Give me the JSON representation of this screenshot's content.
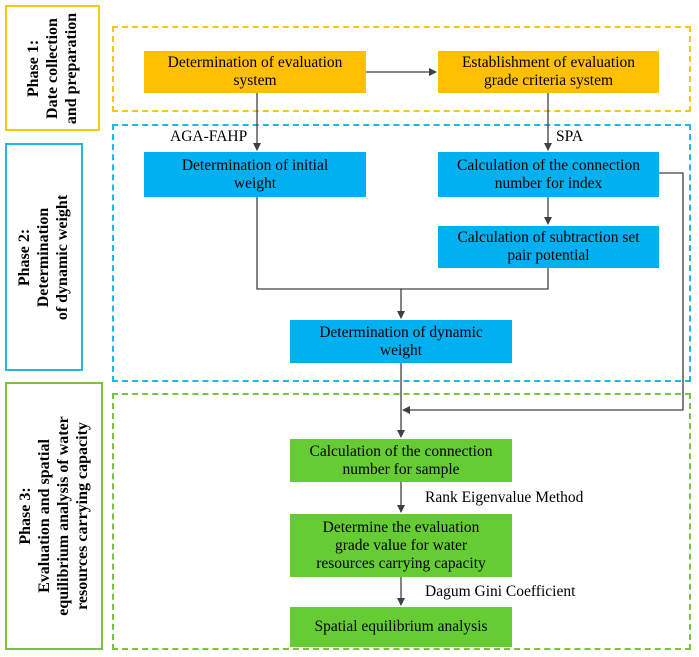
{
  "colors": {
    "phase1_border": "#F5C518",
    "phase2_border": "#1FB6E8",
    "phase3_border": "#7CC242",
    "orange_box": "#FFC000",
    "blue_box": "#00B0F0",
    "green_box": "#66CC33",
    "arrow": "#404040"
  },
  "phases": {
    "p1": {
      "line1": "Phase 1:",
      "line2": "Date collection",
      "line3": "and preparation"
    },
    "p2": {
      "line1": "Phase 2:",
      "line2": "Determination",
      "line3": "of dynamic weight"
    },
    "p3": {
      "line1": "Phase 3:",
      "line2": "Evaluation and spatial",
      "line3": "equilibrium  analysis of water",
      "line4": "resources carrying capacity"
    }
  },
  "boxes": {
    "eval_system": {
      "l1": "Determination of evaluation",
      "l2": "system"
    },
    "grade_criteria": {
      "l1": "Establishment of evaluation",
      "l2": "grade criteria system"
    },
    "initial_weight": {
      "l1": "Determination of initial",
      "l2": "weight"
    },
    "conn_index": {
      "l1": "Calculation of the connection",
      "l2": "number for index"
    },
    "subtraction": {
      "l1": "Calculation of subtraction set",
      "l2": "pair potential"
    },
    "dynamic_weight": {
      "l1": "Determination of dynamic",
      "l2": "weight"
    },
    "conn_sample": {
      "l1": "Calculation of the connection",
      "l2": "number for sample"
    },
    "grade_value": {
      "l1": "Determine the evaluation",
      "l2": "grade value for water",
      "l3": "resources carrying capacity"
    },
    "spatial": {
      "l1": "Spatial equilibrium analysis"
    }
  },
  "labels": {
    "aga_fahp": "AGA-FAHP",
    "spa": "SPA",
    "rank": "Rank Eigenvalue Method",
    "dagum": "Dagum Gini Coefficient"
  }
}
